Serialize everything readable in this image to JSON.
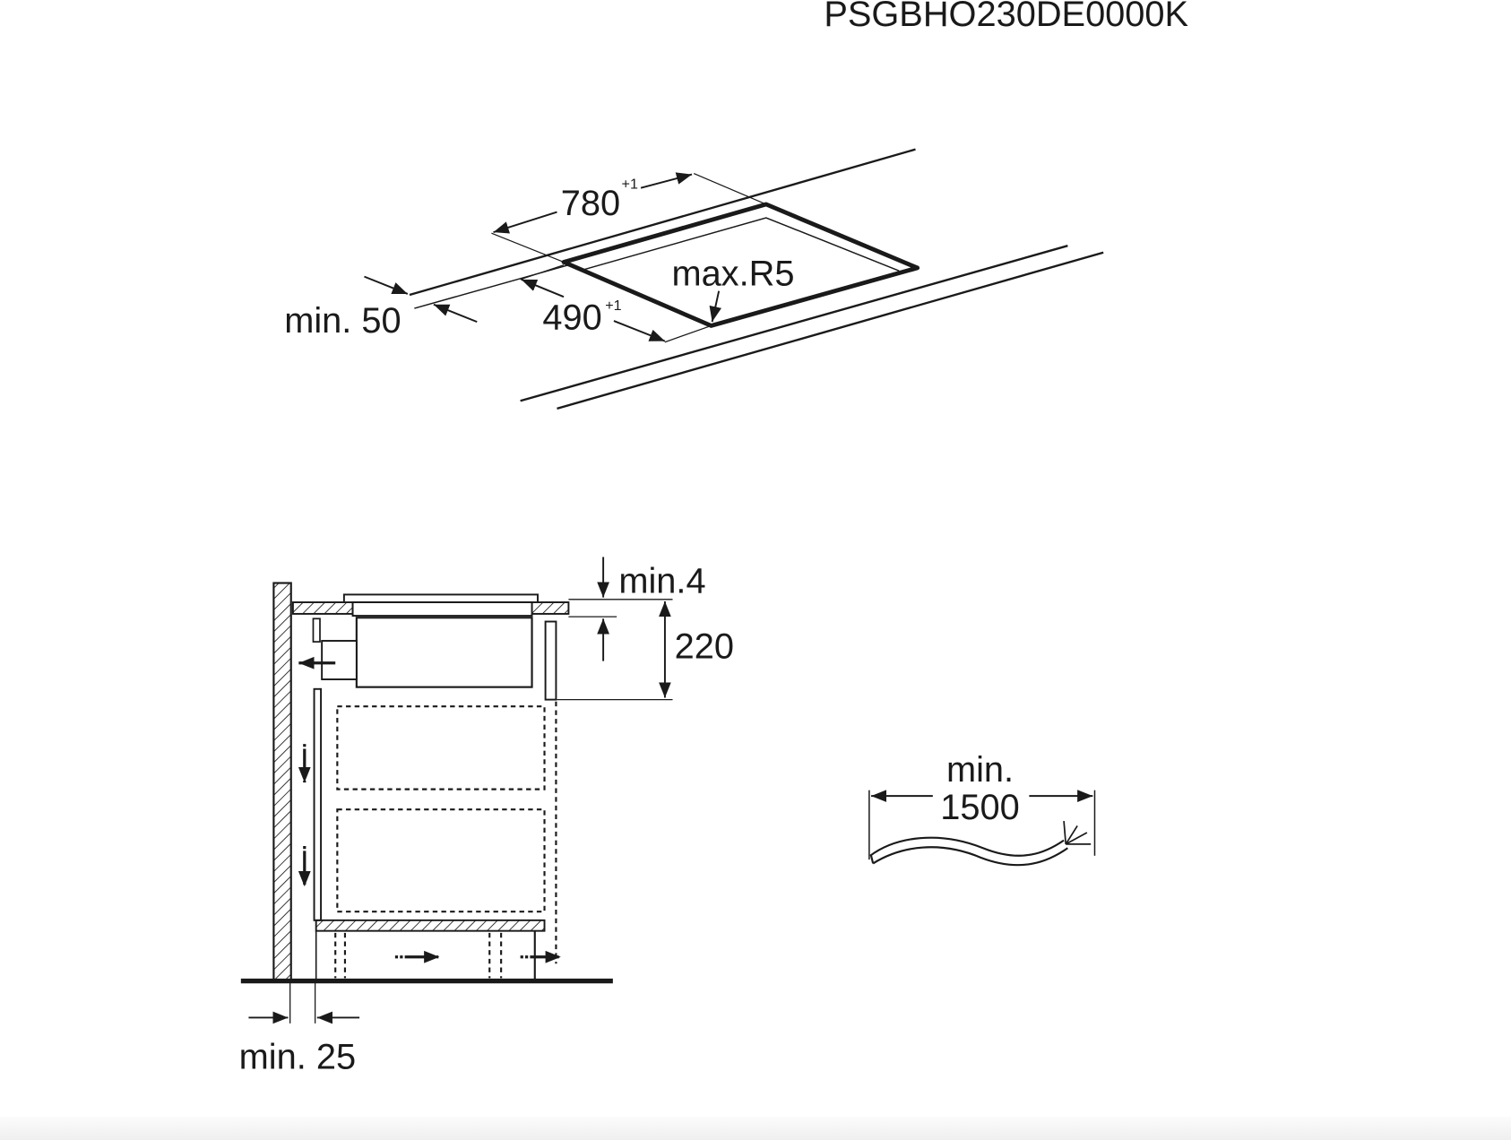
{
  "header": {
    "model_code": "PSGBHO230DE0000K"
  },
  "cutout_diagram": {
    "width_label": "780",
    "width_tolerance": "+1",
    "depth_label": "490",
    "depth_tolerance": "+1",
    "radius_label": "max.R5",
    "edge_distance_label": "min. 50"
  },
  "section_diagram": {
    "gap_label": "min.4",
    "height_label": "220",
    "wall_distance_label": "min. 25"
  },
  "cable_diagram": {
    "length_prefix": "min.",
    "length_value": "1500"
  }
}
